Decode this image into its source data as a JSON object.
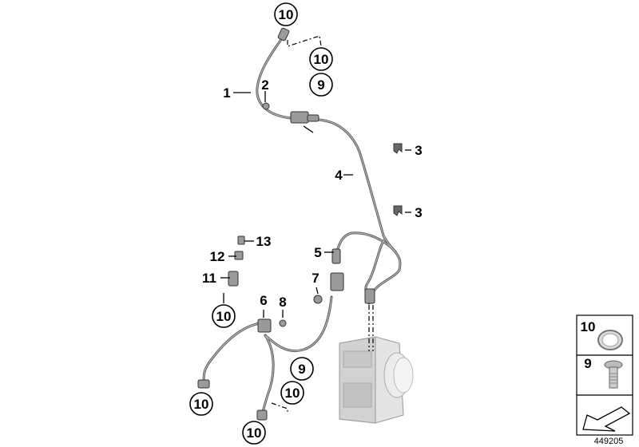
{
  "callouts": [
    {
      "text": "10",
      "circled": true
    },
    {
      "text": "10",
      "circled": true
    },
    {
      "text": "9",
      "circled": true
    },
    {
      "text": "1",
      "circled": false
    },
    {
      "text": "2",
      "circled": false
    },
    {
      "text": "3",
      "circled": false
    },
    {
      "text": "4",
      "circled": false
    },
    {
      "text": "3",
      "circled": false
    },
    {
      "text": "5",
      "circled": false
    },
    {
      "text": "13",
      "circled": false
    },
    {
      "text": "12",
      "circled": false
    },
    {
      "text": "11",
      "circled": false
    },
    {
      "text": "7",
      "circled": false
    },
    {
      "text": "6",
      "circled": false
    },
    {
      "text": "8",
      "circled": false
    },
    {
      "text": "10",
      "circled": true
    },
    {
      "text": "9",
      "circled": true
    },
    {
      "text": "10",
      "circled": true
    },
    {
      "text": "10",
      "circled": true
    },
    {
      "text": "10",
      "circled": true
    }
  ],
  "legend": {
    "washer_label": "10",
    "bolt_label": "9"
  },
  "diagram_number": "449205"
}
